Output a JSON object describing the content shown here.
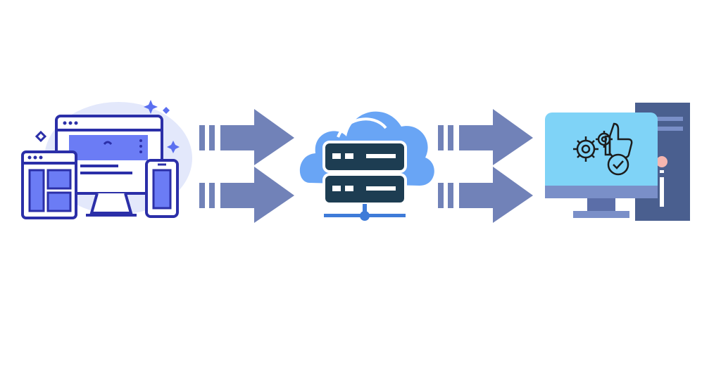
{
  "diagram": {
    "nodes": [
      {
        "id": "client-devices",
        "icon": "responsive-devices-icon"
      },
      {
        "id": "cloud-server",
        "icon": "cloud-server-icon"
      },
      {
        "id": "desktop-computer",
        "icon": "desktop-settings-icon"
      }
    ],
    "edges": [
      {
        "from": "client-devices",
        "to": "cloud-server",
        "style": "double-striped-arrow"
      },
      {
        "from": "cloud-server",
        "to": "desktop-computer",
        "style": "double-striped-arrow"
      }
    ]
  },
  "colors": {
    "background": "#ffffff",
    "arrow": "#7182b8",
    "devices_stroke": "#2b2fa8",
    "devices_fill": "#6b7cf5",
    "devices_bg_blob": "#e3e8fb",
    "cloud": "#69a5f5",
    "server": "#1d3d52",
    "network": "#3e7bd8",
    "monitor_screen": "#7fd3f7",
    "monitor_frame": "#7a8fc8",
    "tower": "#4a5f8f",
    "settings_icon": "#1c1c1c"
  }
}
